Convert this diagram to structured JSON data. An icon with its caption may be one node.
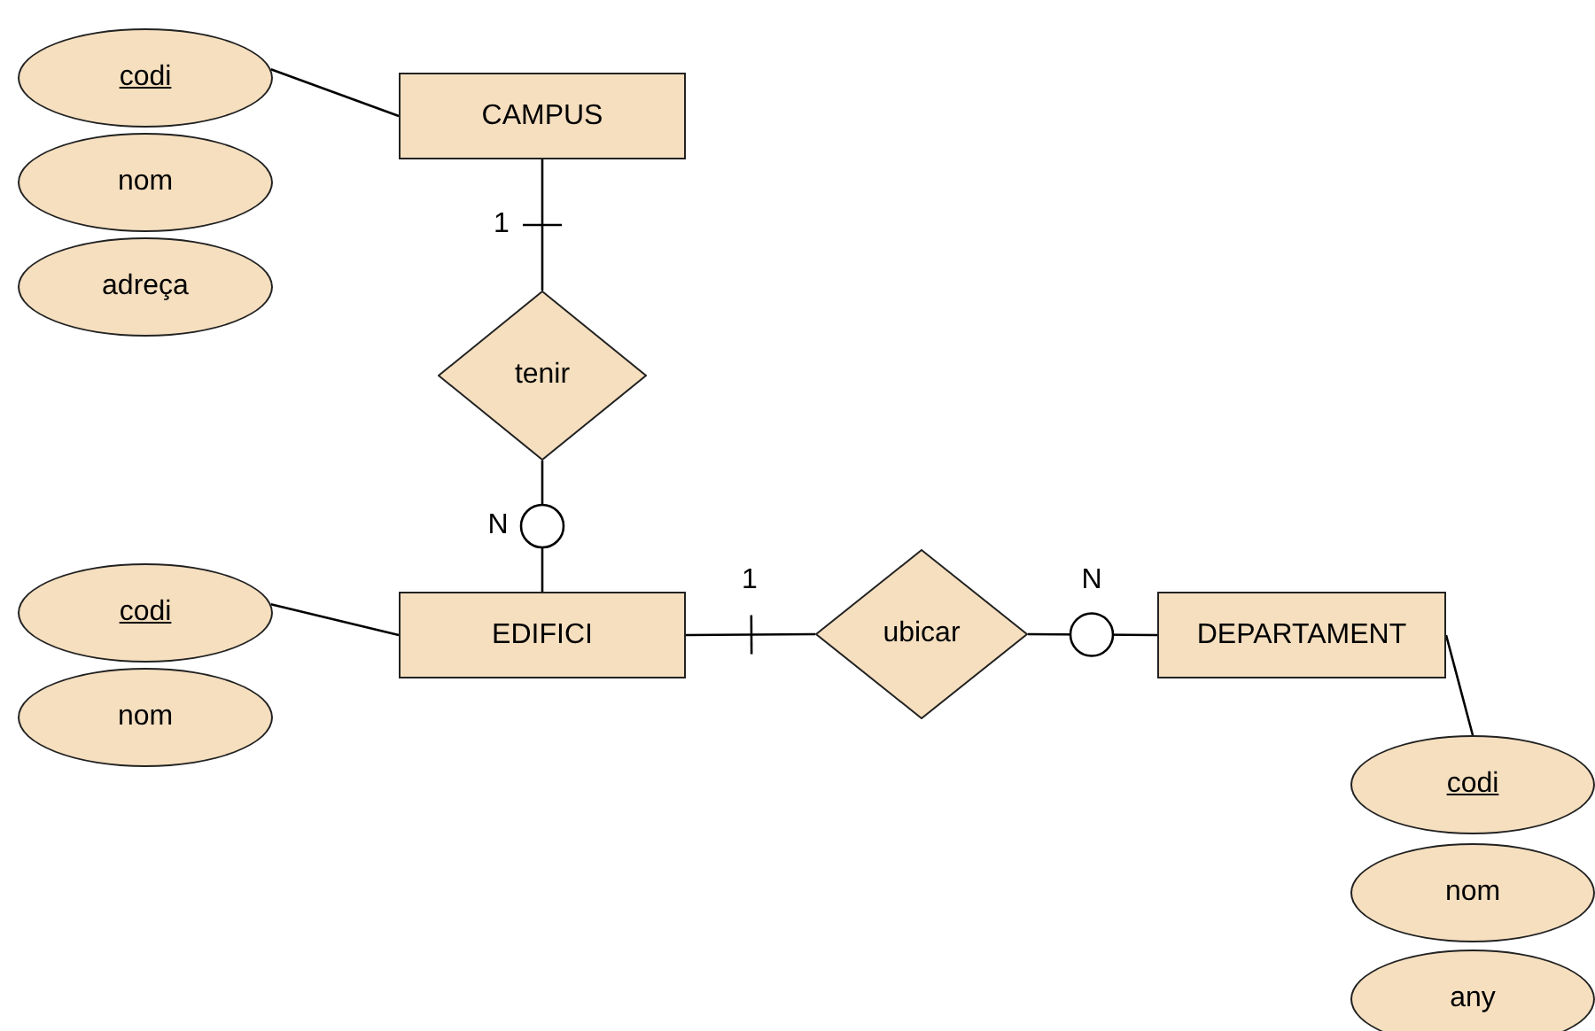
{
  "diagram": {
    "nodes": [
      {
        "text": [
          "codi"
        ]
      },
      {
        "text": [
          "nom"
        ]
      },
      {
        "text": [
          "adreça"
        ]
      },
      {
        "text": [
          "CAMPUS"
        ]
      },
      {
        "text": [
          "tenir"
        ]
      },
      {
        "text": [
          "codi"
        ]
      },
      {
        "text": [
          "nom"
        ]
      },
      {
        "text": [
          "EDIFICI"
        ]
      },
      {
        "text": [
          "ubicar"
        ]
      },
      {
        "text": [
          "DEPARTAMENT"
        ]
      },
      {
        "text": [
          "codi"
        ]
      },
      {
        "text": [
          "nom"
        ]
      },
      {
        "text": [
          "any"
        ]
      }
    ],
    "edges": [
      {
        "from": 0,
        "to": 3,
        "arrow": "none"
      },
      {
        "from": 4,
        "to": 3,
        "arrow": "other",
        "label": "1"
      },
      {
        "from": 4,
        "to": 7,
        "arrow": "other",
        "label": "N"
      },
      {
        "from": 5,
        "to": 7,
        "arrow": "none"
      },
      {
        "from": 8,
        "to": 7,
        "arrow": "other",
        "label": "1"
      },
      {
        "from": 8,
        "to": 9,
        "arrow": "other",
        "label": "N"
      },
      {
        "from": 9,
        "to": 10,
        "arrow": "none"
      }
    ]
  }
}
